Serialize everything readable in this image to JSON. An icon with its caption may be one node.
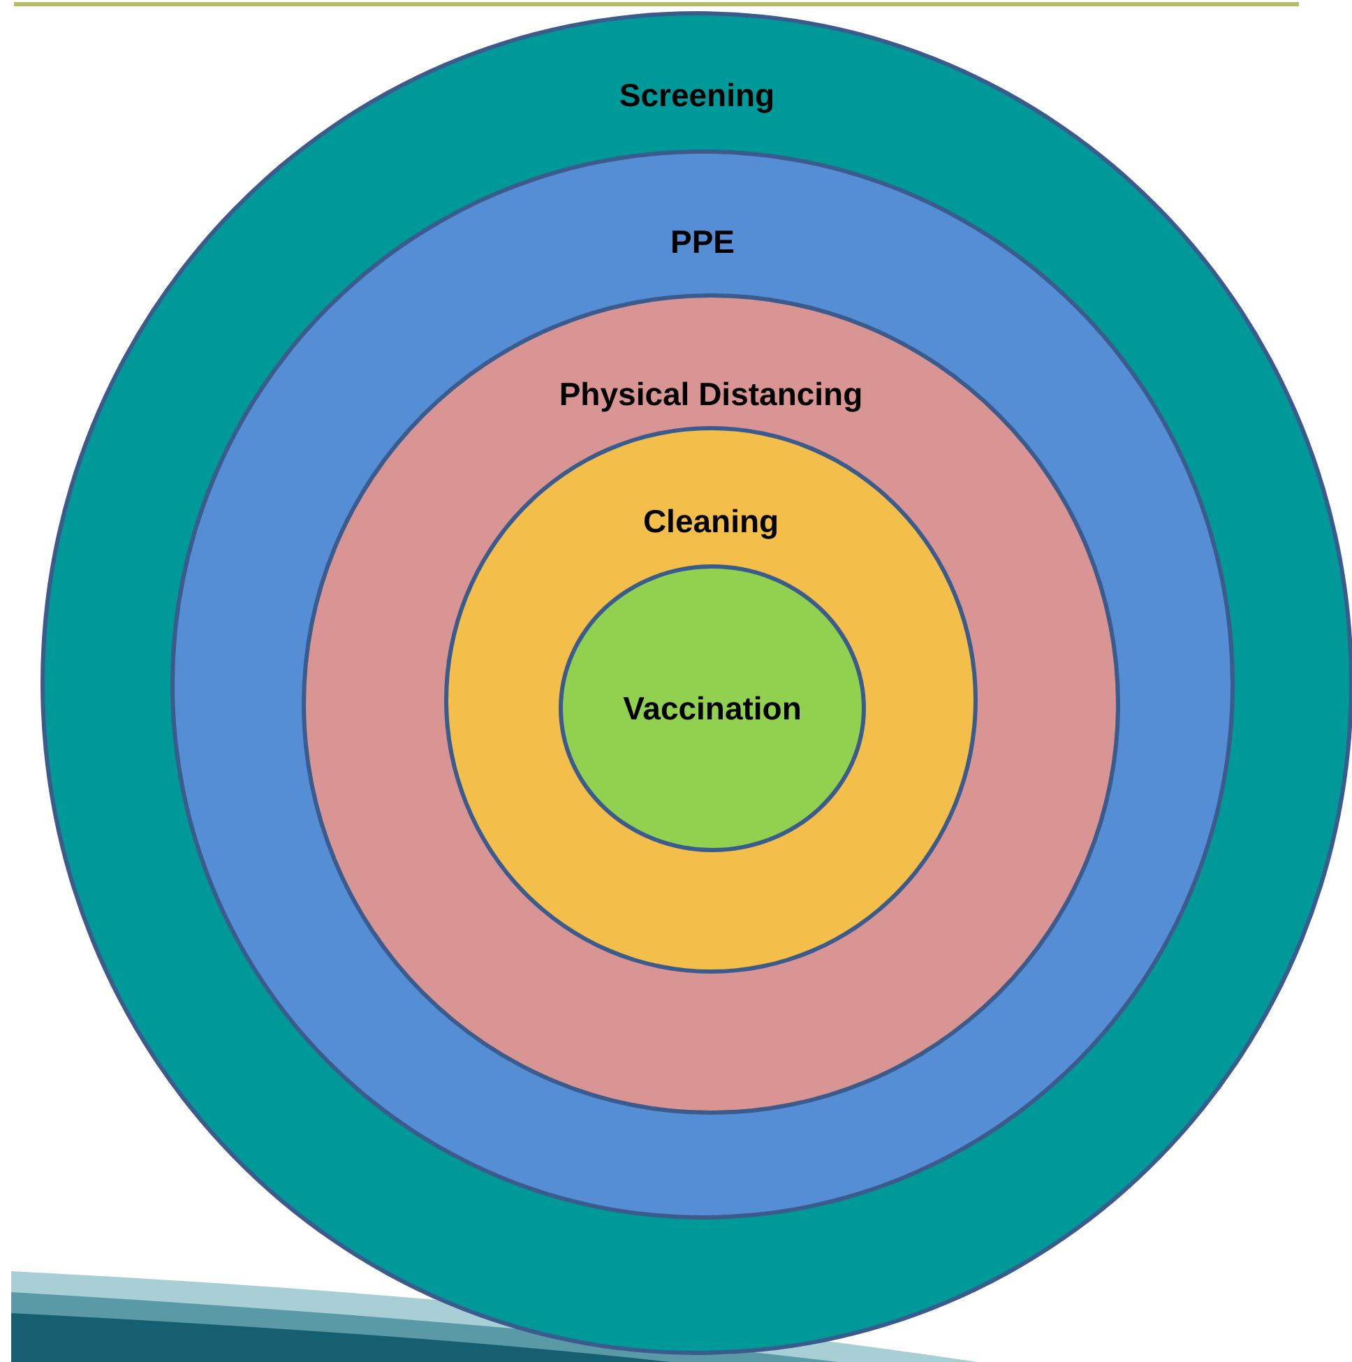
{
  "diagram": {
    "nodes": [
      {
        "text": [
          "Screening"
        ]
      },
      {
        "text": [
          "PPE"
        ],
        "in": 0
      },
      {
        "text": [
          "Physical Distancing"
        ],
        "in": 1
      },
      {
        "text": [
          "Cleaning"
        ],
        "in": 2
      },
      {
        "text": [
          "Vaccination"
        ],
        "in": 3
      }
    ]
  }
}
